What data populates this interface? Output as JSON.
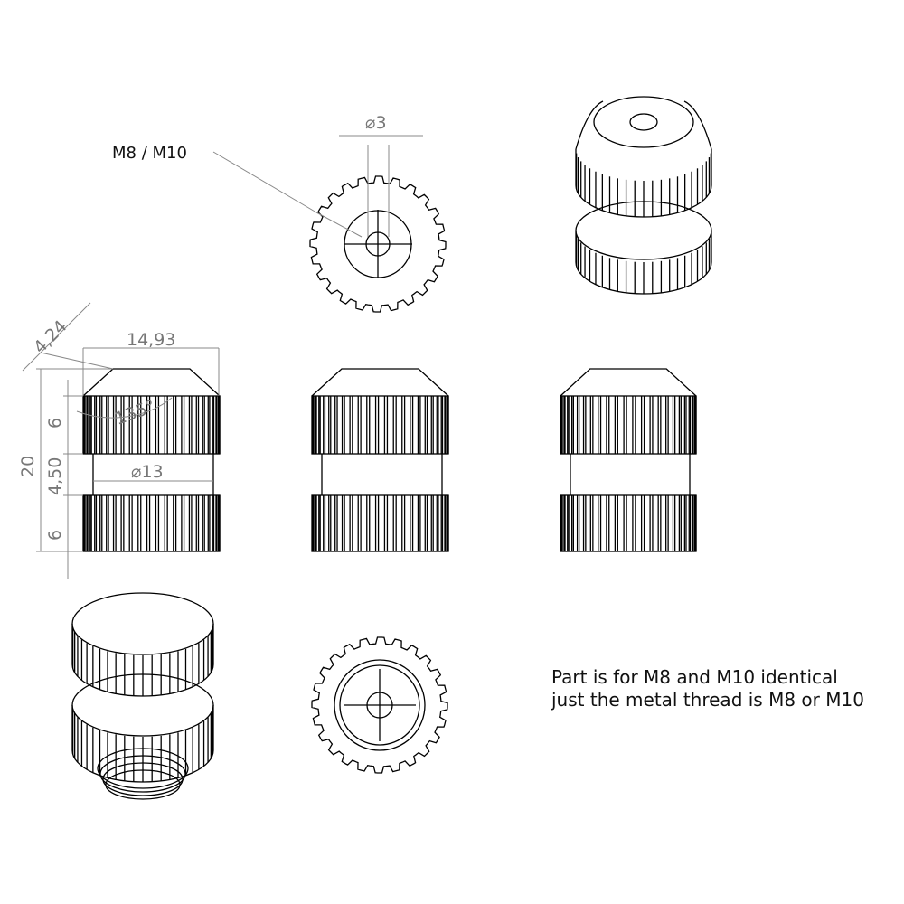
{
  "callout": {
    "label": "M8 / M10"
  },
  "dimensions": {
    "hole_diameter": "⌀3",
    "chamfer": "4,24",
    "top_width": "14,93",
    "angle": "135°",
    "upper_band": "6",
    "gap": "4,50",
    "lower_band": "6",
    "total_height": "20",
    "inner_diameter": "⌀13"
  },
  "note": {
    "line1": "Part is for M8 and M10 identical",
    "line2": "just the metal thread is M8 or M10"
  },
  "colors": {
    "line": "#000000",
    "dimension": "#777777"
  }
}
